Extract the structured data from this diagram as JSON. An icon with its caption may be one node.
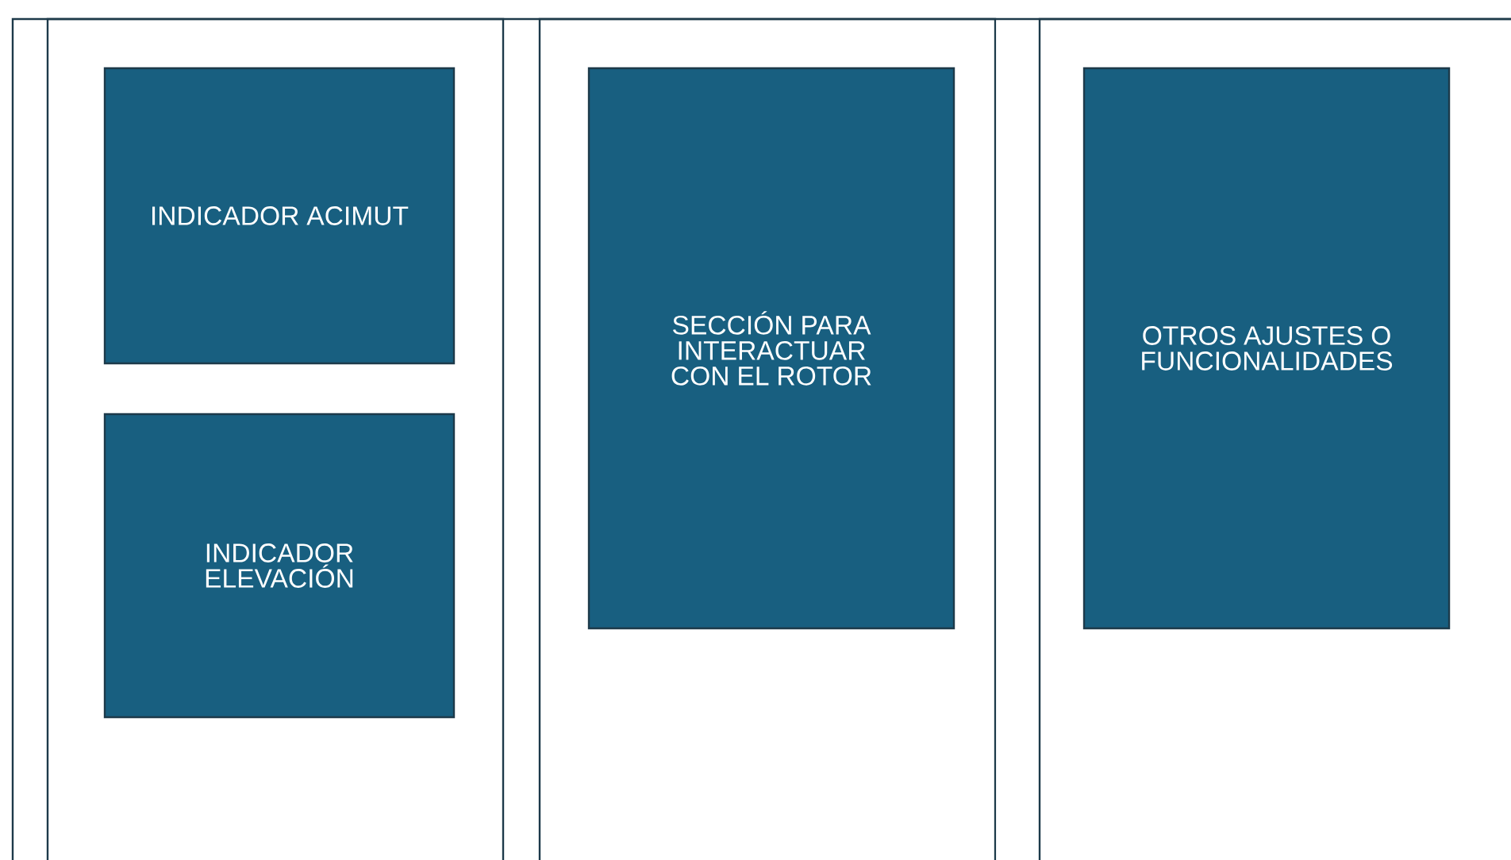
{
  "diagram": {
    "nodes": [
      {
        "text": [],
        "shape": "box"
      },
      {
        "text": [
          "INDICADOR ACIMUT"
        ],
        "in": 0
      },
      {
        "text": [
          "INDICADOR ELEVACIÓN"
        ],
        "in": 0
      },
      {
        "text": [],
        "shape": "box"
      },
      {
        "text": [
          "SECCIÓN PARA INTERACTUAR CON EL ROTOR"
        ],
        "in": 3
      },
      {
        "text": [],
        "shape": "box"
      },
      {
        "text": [
          "OTROS AJUSTES O FUNCIONALIDADES"
        ],
        "in": 5
      }
    ]
  }
}
